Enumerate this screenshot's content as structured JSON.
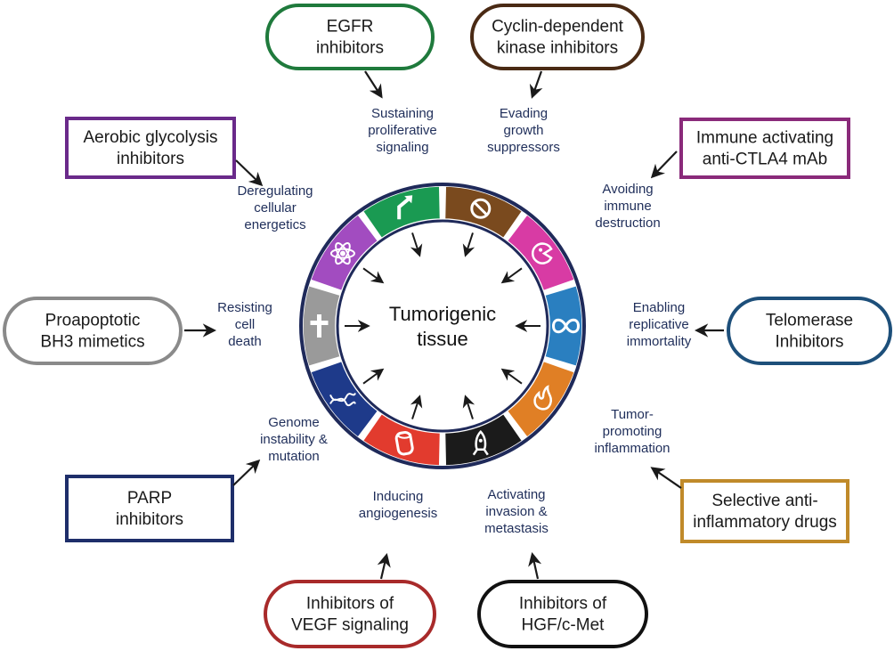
{
  "center": {
    "line1": "Tumorigenic",
    "line2": "tissue"
  },
  "hallmarks": [
    {
      "id": "proliferative",
      "lines": [
        "Sustaining",
        "proliferative",
        "signaling"
      ],
      "color": "#1a9a52",
      "icon": "arrow-icon"
    },
    {
      "id": "growth-suppressors",
      "lines": [
        "Evading",
        "growth",
        "suppressors"
      ],
      "color": "#7a4a1e",
      "icon": "no-entry-icon"
    },
    {
      "id": "immune-destruction",
      "lines": [
        "Avoiding",
        "immune",
        "destruction"
      ],
      "color": "#d83ba4",
      "icon": "pacman-icon"
    },
    {
      "id": "replicative-immortality",
      "lines": [
        "Enabling",
        "replicative",
        "immortality"
      ],
      "color": "#2a7fc0",
      "icon": "infinity-icon"
    },
    {
      "id": "inflammation",
      "lines": [
        "Tumor-",
        "promoting",
        "inflammation"
      ],
      "color": "#e07f25",
      "icon": "fire-icon"
    },
    {
      "id": "invasion",
      "lines": [
        "Activating",
        "invasion &",
        "metastasis"
      ],
      "color": "#1b1b1b",
      "icon": "rocket-icon"
    },
    {
      "id": "angiogenesis",
      "lines": [
        "Inducing",
        "angiogenesis"
      ],
      "color": "#e23b2e",
      "icon": "vessel-icon"
    },
    {
      "id": "genome",
      "lines": [
        "Genome",
        "instability &",
        "mutation"
      ],
      "color": "#1e3a8a",
      "icon": "dna-icon"
    },
    {
      "id": "cell-death",
      "lines": [
        "Resisting",
        "cell",
        "death"
      ],
      "color": "#9a9a9a",
      "icon": "cross-icon"
    },
    {
      "id": "energetics",
      "lines": [
        "Deregulating",
        "cellular",
        "energetics"
      ],
      "color": "#a24cc0",
      "icon": "atom-icon"
    }
  ],
  "drugs": [
    {
      "id": "egfr",
      "lines": [
        "EGFR",
        "inhibitors"
      ],
      "border": "#1f7a3c"
    },
    {
      "id": "cdk",
      "lines": [
        "Cyclin-dependent",
        "kinase inhibitors"
      ],
      "border": "#4a2a14"
    },
    {
      "id": "immune",
      "lines": [
        "Immune activating",
        "anti-CTLA4 mAb"
      ],
      "border": "#8a2a7a"
    },
    {
      "id": "telomerase",
      "lines": [
        "Telomerase",
        "Inhibitors"
      ],
      "border": "#1d4f7a"
    },
    {
      "id": "anti-inflammatory",
      "lines": [
        "Selective anti-",
        "inflammatory drugs"
      ],
      "border": "#c08a2a"
    },
    {
      "id": "hgf",
      "lines": [
        "Inhibitors of",
        "HGF/c-Met"
      ],
      "border": "#111111"
    },
    {
      "id": "vegf",
      "lines": [
        "Inhibitors of",
        "VEGF signaling"
      ],
      "border": "#a82a2a"
    },
    {
      "id": "parp",
      "lines": [
        "PARP",
        "inhibitors"
      ],
      "border": "#1e2e6a"
    },
    {
      "id": "bh3",
      "lines": [
        "Proapoptotic",
        "BH3 mimetics"
      ],
      "border": "#8a8a8a"
    },
    {
      "id": "glycolysis",
      "lines": [
        "Aerobic glycolysis",
        "inhibitors"
      ],
      "border": "#6a2a8a"
    }
  ]
}
